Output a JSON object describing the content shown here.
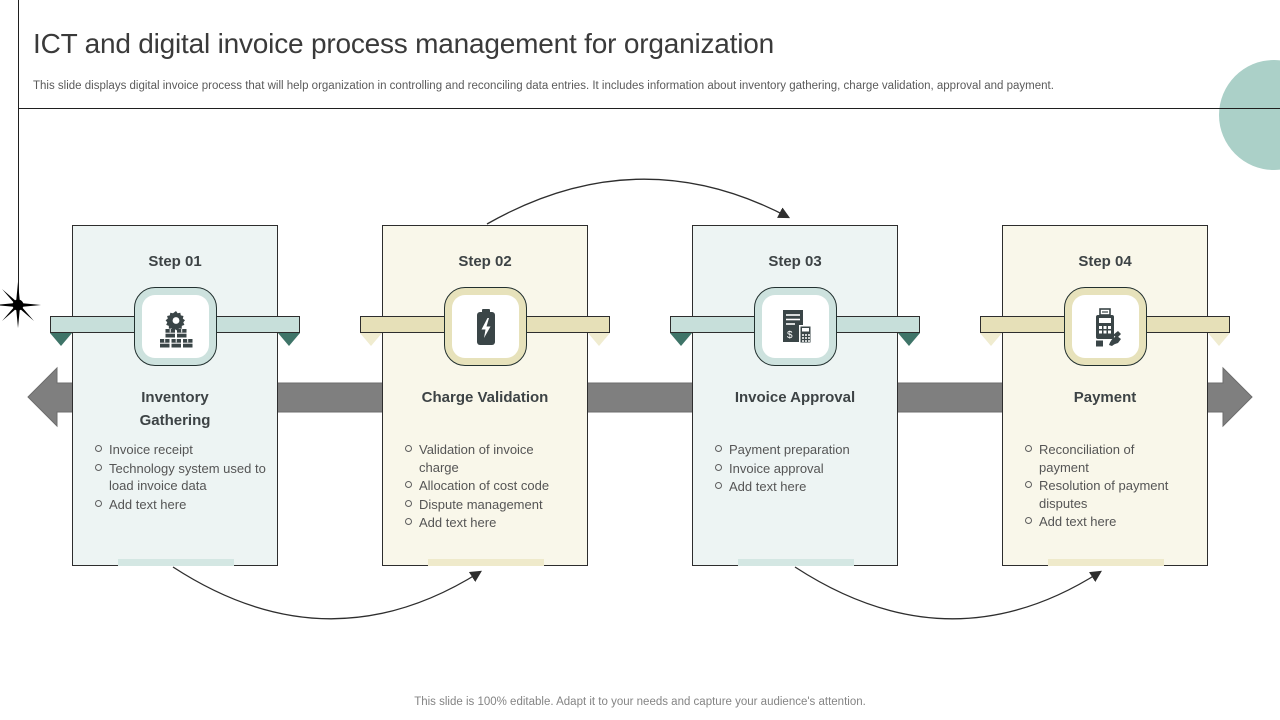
{
  "slide": {
    "title": "ICT and digital invoice process management for organization",
    "subtitle": "This slide displays digital invoice process that will help organization in controlling and reconciling data entries. It includes information about inventory gathering, charge validation, approval and payment.",
    "footer": "This slide is 100% editable. Adapt it to your needs and capture your audience's attention."
  },
  "colors": {
    "teal_card_bg": "#edf4f3",
    "cream_card_bg": "#f9f7ea",
    "teal_ribbon": "#c7dfda",
    "cream_ribbon": "#e6e0b8",
    "teal_fold": "#3e7468",
    "cream_fold": "#f0ecd0",
    "main_arrow_gray": "#7f7f7f",
    "decor_circle_teal": "#abd0c8",
    "heading_text": "#3d4345",
    "body_text": "#555555",
    "icon_dark": "#3a4547"
  },
  "steps": [
    {
      "label": "Step 01",
      "icon": "inventory-boxes-gear-icon",
      "theme": "teal",
      "title": "Inventory Gathering",
      "bullets": [
        "Invoice receipt",
        "Technology system used to load invoice data",
        "Add text here"
      ]
    },
    {
      "label": "Step 02",
      "icon": "battery-charge-icon",
      "theme": "cream",
      "title": "Charge Validation",
      "bullets": [
        "Validation of invoice charge",
        "Allocation of cost code",
        "Dispute management",
        "Add text here"
      ]
    },
    {
      "label": "Step 03",
      "icon": "invoice-calculator-icon",
      "theme": "teal",
      "title": "Invoice Approval",
      "bullets": [
        "Payment preparation",
        "Invoice approval",
        "Add text here"
      ]
    },
    {
      "label": "Step 04",
      "icon": "pos-terminal-payment-icon",
      "theme": "cream",
      "title": "Payment",
      "bullets": [
        "Reconciliation of payment",
        "Resolution of payment disputes",
        "Add text here"
      ]
    }
  ]
}
